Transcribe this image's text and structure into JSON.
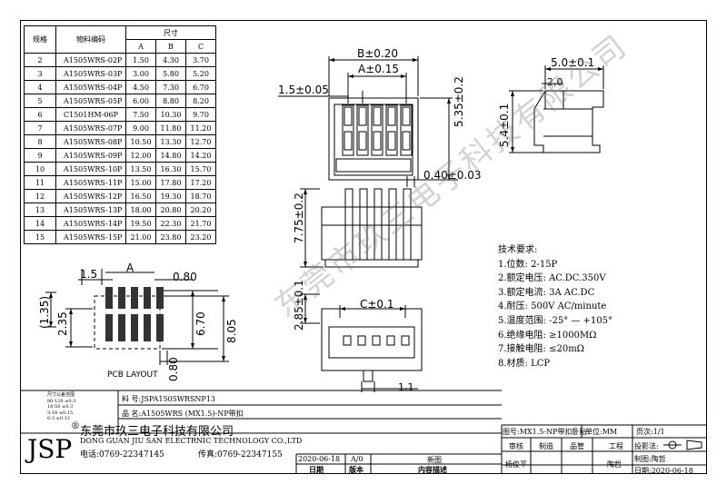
{
  "table": {
    "headers": {
      "spec": "规格",
      "part": "物料编码",
      "dims": "尺寸",
      "a": "A",
      "b": "B",
      "c": "C"
    },
    "rows": [
      {
        "spec": "2",
        "part": "A1505WRS-02P",
        "a": "1.50",
        "b": "4.30",
        "c": "3.70"
      },
      {
        "spec": "3",
        "part": "A1505WRS-03P",
        "a": "3.00",
        "b": "5.80",
        "c": "5.20"
      },
      {
        "spec": "4",
        "part": "A1505WRS-04P",
        "a": "4.50",
        "b": "7.30",
        "c": "6.70"
      },
      {
        "spec": "5",
        "part": "A1505WRS-05P",
        "a": "6.00",
        "b": "8.80",
        "c": "8.20"
      },
      {
        "spec": "6",
        "part": "C1501HM-06P",
        "a": "7.50",
        "b": "10.30",
        "c": "9.70"
      },
      {
        "spec": "7",
        "part": "A1505WRS-07P",
        "a": "9.00",
        "b": "11.80",
        "c": "11.20"
      },
      {
        "spec": "8",
        "part": "A1505WRS-08P",
        "a": "10.50",
        "b": "13.30",
        "c": "12.70"
      },
      {
        "spec": "9",
        "part": "A1505WRS-09P",
        "a": "12.00",
        "b": "14.80",
        "c": "14.20"
      },
      {
        "spec": "10",
        "part": "A1505WRS-10P",
        "a": "13.50",
        "b": "16.30",
        "c": "15.70"
      },
      {
        "spec": "11",
        "part": "A1505WRS-11P",
        "a": "15.00",
        "b": "17.80",
        "c": "17.20"
      },
      {
        "spec": "12",
        "part": "A1505WRS-12P",
        "a": "16.50",
        "b": "19.30",
        "c": "18.70"
      },
      {
        "spec": "13",
        "part": "A1505WRS-13P",
        "a": "18.00",
        "b": "20.80",
        "c": "20.20"
      },
      {
        "spec": "14",
        "part": "A1505WRS-14P",
        "a": "19.50",
        "b": "22.30",
        "c": "21.70"
      },
      {
        "spec": "15",
        "part": "A1505WRS-15P",
        "a": "21.00",
        "b": "23.80",
        "c": "23.20"
      }
    ]
  },
  "dims": {
    "b_tol": "B±0.20",
    "a_tol": "A±0.15",
    "pitch": "1.5±0.05",
    "height_535": "5.35±0.2",
    "width_50": "5.0±0.1",
    "side_20": "2.0",
    "height_54": "5.4±0.1",
    "pin_040": "0.40±0.03",
    "height_775": "7.75±0.2",
    "height_285": "2.85±0.1",
    "c_tol": "C±0.1",
    "pin_11": "1.1"
  },
  "pcb": {
    "a": "A",
    "d15": "1.5",
    "d080_top": "0.80",
    "d135": "(1.35)",
    "d235": "2.35",
    "d670": "6.70",
    "d805": "8.05",
    "d080_bottom": "0.80",
    "caption": "PCB LAYOUT"
  },
  "requirements": {
    "title": "技术要求:",
    "items": [
      "1.位数: 2-15P",
      "2.额定电压: AC.DC.350V",
      "3.额定电流: 3A AC.DC",
      "4.耐压: 500V AC/minute",
      "5.温度范围: -25° — +105°",
      "6.绝缘电阻: ≥1000MΩ",
      "7.接触电阻: ≤20mΩ",
      "8.材质: LCP"
    ]
  },
  "title_block": {
    "tolerance": {
      "header": "尺寸公差范围",
      "rows": [
        "80-120  ±0.3",
        "18-50  ±0.3",
        "3-18  ±0.15",
        "0-3  ±0.12"
      ]
    },
    "material_no": "料  号:JSPA1505WRSNP13",
    "product_name": "品  名:A1505WRS (MX1.5)-NP带扣",
    "logo": "JSP",
    "logo_mark": "®",
    "company_cn": "东莞市玖三电子科技有限公司",
    "company_en": "DONG GUAN JIU SAN ELECTRNIC TECHNOLOGY CO.,LTD",
    "phone": "电话:0769-22347145",
    "fax": "传真:0769-22347155",
    "rev_date": "2020-06-18",
    "rev_version": "A/0",
    "rev_desc": "新图",
    "col_date": "日期",
    "col_version": "版本",
    "col_desc": "内容描述",
    "drawing_no": "图号:MX1.5-NP带扣卧贴",
    "unit": "单位:MM",
    "page": "页次:1/1",
    "review": "审核",
    "make": "制造",
    "quality": "品管",
    "engineering": "工程",
    "projection": "投影法:",
    "reviewer": "杨俊平",
    "engineer": "陶哲",
    "drafter": "制图:陶哲",
    "draw_date": "日期:2020-06-18"
  },
  "watermark": "东莞市玖三电子科技有限公司"
}
